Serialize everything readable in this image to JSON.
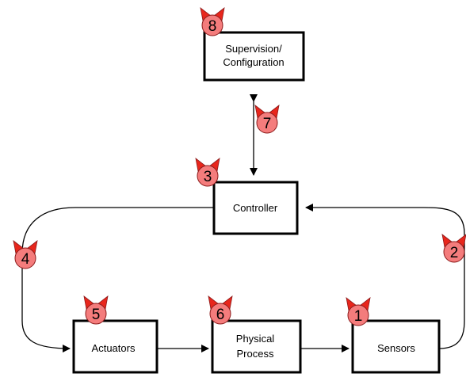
{
  "diagram": {
    "nodes": {
      "supervision": {
        "lines": [
          "Supervision/",
          "Configuration"
        ],
        "badge": "8"
      },
      "controller": {
        "lines": [
          "Controller"
        ],
        "badge": "3"
      },
      "actuators": {
        "lines": [
          "Actuators"
        ],
        "badge": "5"
      },
      "process": {
        "lines": [
          "Physical",
          "Process"
        ],
        "badge": "6"
      },
      "sensors": {
        "lines": [
          "Sensors"
        ],
        "badge": "1"
      }
    },
    "edge_badges": {
      "supervision_controller": "7",
      "sensors_controller": "2",
      "controller_actuators": "4"
    },
    "colors": {
      "badge_fill": "#f47c7c",
      "badge_horns": "#e8261c",
      "badge_stroke": "#8b1a1a",
      "box_stroke": "#000000",
      "edge_stroke": "#000000"
    }
  }
}
